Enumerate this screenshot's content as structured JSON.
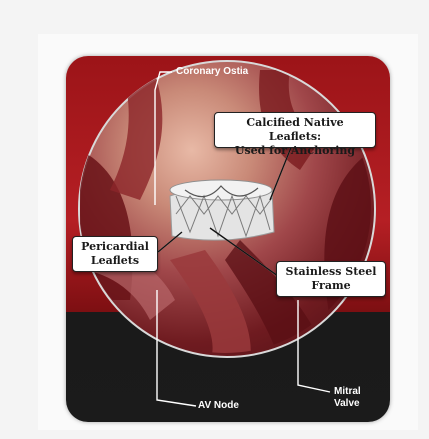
{
  "labels": {
    "coronary_ostia": "Coronary Ostia",
    "calcified_line1": "Calcified Native Leaflets:",
    "calcified_line2": "Used for Anchoring",
    "pericardial_line1": "Pericardial",
    "pericardial_line2": "Leaflets",
    "steel_line1": "Stainless Steel",
    "steel_line2": "Frame",
    "av_node": "AV Node",
    "mitral_line1": "Mitral",
    "mitral_line2": "Valve"
  },
  "colors": {
    "background": "#f4f4f4",
    "panel_red": "#b51f24",
    "panel_dark": "#1b1b1b",
    "tissue": "#c98a78",
    "callout_border": "#222222"
  },
  "icons": [
    "valve-stent-illustration"
  ]
}
